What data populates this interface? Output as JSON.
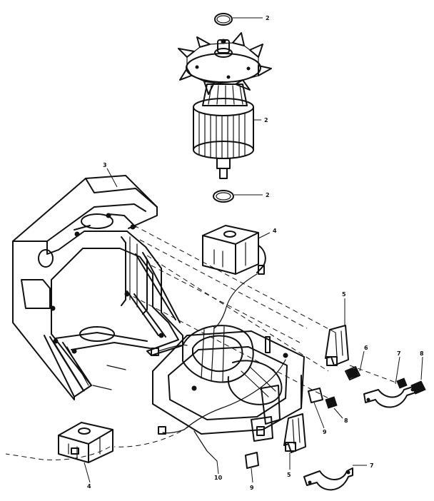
{
  "callouts": {
    "c1": "2",
    "c2": "2",
    "c3": "2",
    "c4": "3",
    "c5": "4",
    "c6": "5",
    "c7": "6",
    "c8": "7",
    "c9": "8",
    "c10": "8",
    "c11": "9",
    "c12": "10",
    "c13": "4",
    "c14": "5",
    "c15": "9",
    "c16": "7"
  },
  "colors": {
    "ink": "#111111",
    "paper": "#ffffff"
  }
}
